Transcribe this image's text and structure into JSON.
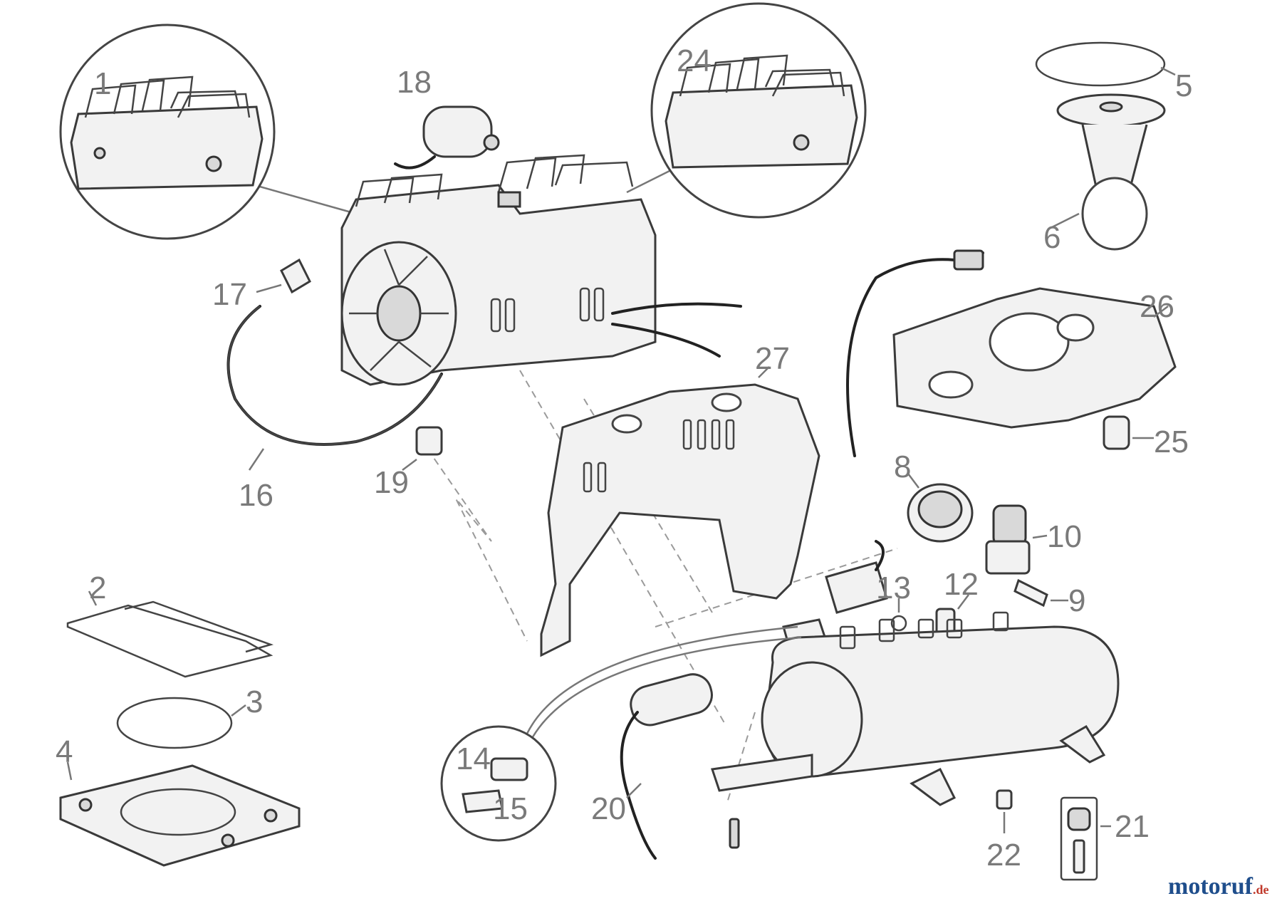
{
  "labels": {
    "l1": "1",
    "l2": "2",
    "l3": "3",
    "l4": "4",
    "l5": "5",
    "l6": "6",
    "l8": "8",
    "l9": "9",
    "l10": "10",
    "l12": "12",
    "l13": "13",
    "l14": "14",
    "l15": "15",
    "l16": "16",
    "l17": "17",
    "l18": "18",
    "l19": "19",
    "l20": "20",
    "l21": "21",
    "l22": "22",
    "l24": "24",
    "l25": "25",
    "l26": "26",
    "l27": "27"
  },
  "brand": {
    "name": "motoruf",
    "tld": ".de"
  }
}
